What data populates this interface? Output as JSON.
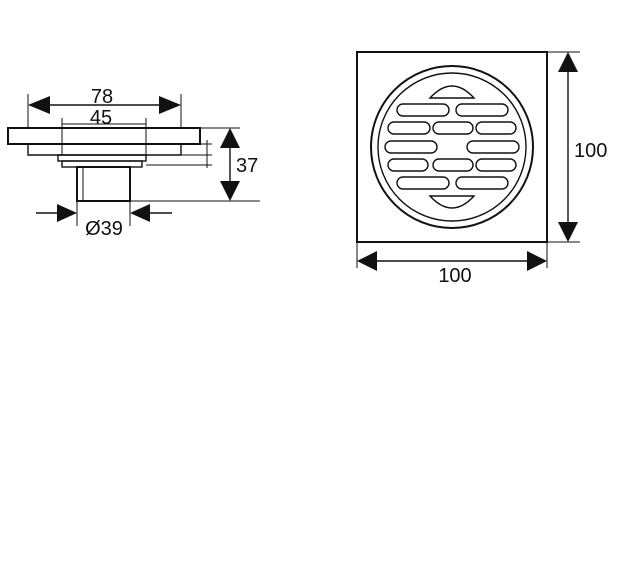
{
  "drawing": {
    "side_view": {
      "dim_top_width": "78",
      "dim_inner_width": "45",
      "dim_height": "37",
      "dim_pipe_diameter": "Ø39"
    },
    "top_view": {
      "dim_width": "100",
      "dim_height": "100"
    }
  }
}
